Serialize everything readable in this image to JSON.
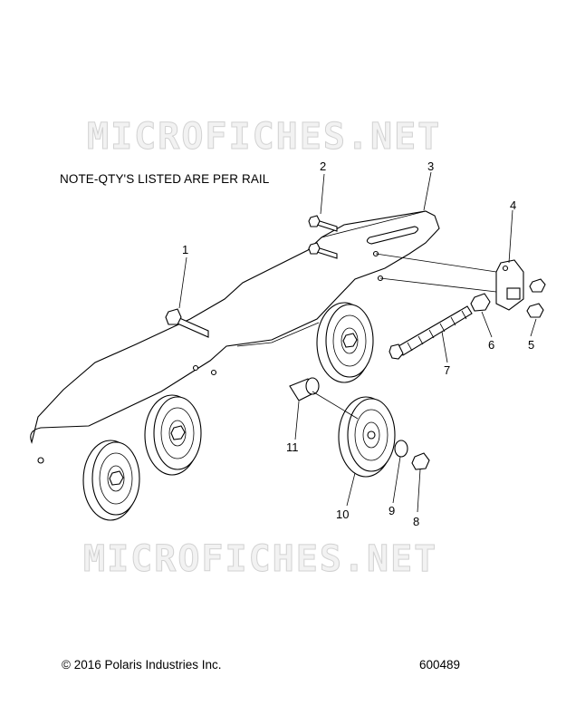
{
  "note": "NOTE-QTY'S LISTED ARE PER RAIL",
  "watermark": "MICROFICHES.NET",
  "footer": {
    "copyright": "© 2016 Polaris Industries Inc.",
    "doc_number": "600489"
  },
  "callouts": [
    {
      "id": "1",
      "label": "1"
    },
    {
      "id": "2",
      "label": "2"
    },
    {
      "id": "3",
      "label": "3"
    },
    {
      "id": "4",
      "label": "4"
    },
    {
      "id": "5",
      "label": "5"
    },
    {
      "id": "6",
      "label": "6"
    },
    {
      "id": "7",
      "label": "7"
    },
    {
      "id": "8",
      "label": "8"
    },
    {
      "id": "9",
      "label": "9"
    },
    {
      "id": "10",
      "label": "10"
    },
    {
      "id": "11",
      "label": "11"
    }
  ]
}
